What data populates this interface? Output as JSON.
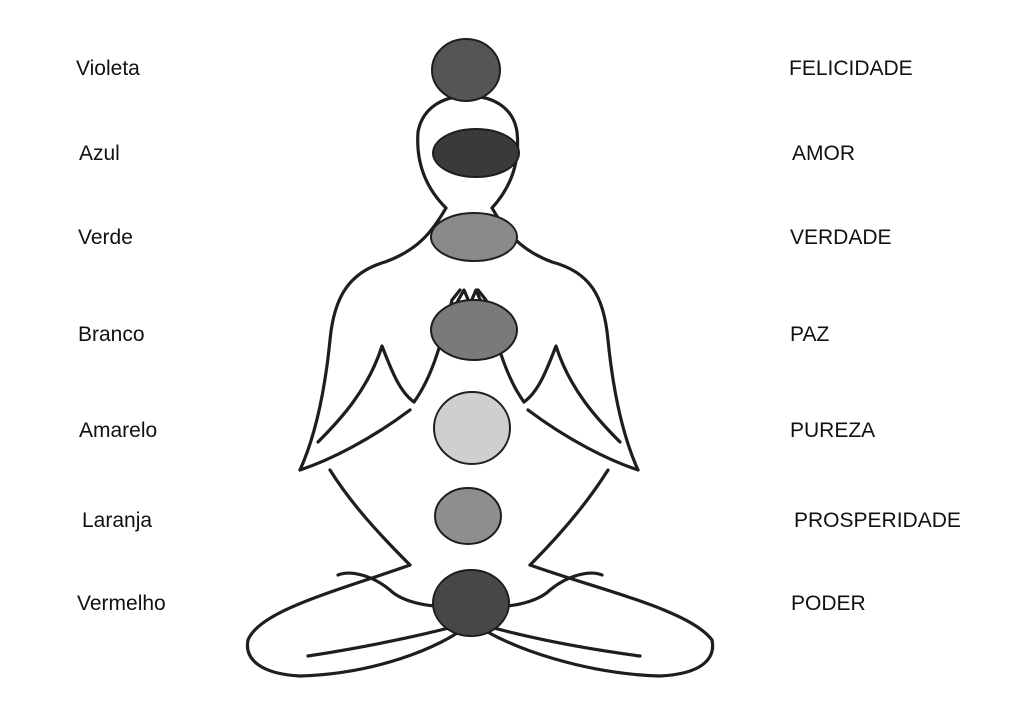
{
  "colors_column": [
    "Violeta",
    "Azul",
    "Verde",
    "Branco",
    "Amarelo",
    "Laranja",
    "Vermelho"
  ],
  "qualities_column": [
    "FELICIDADE",
    "AMOR",
    "VERDADE",
    "PAZ",
    "PUREZA",
    "PROSPERIDADE",
    "PODER"
  ],
  "chakra_fills": [
    "#555555",
    "#3a3a3a",
    "#8a8a8a",
    "#7a7a7a",
    "#cfcfcf",
    "#8e8e8e",
    "#474747"
  ],
  "ink_color": "#1e1e1e"
}
